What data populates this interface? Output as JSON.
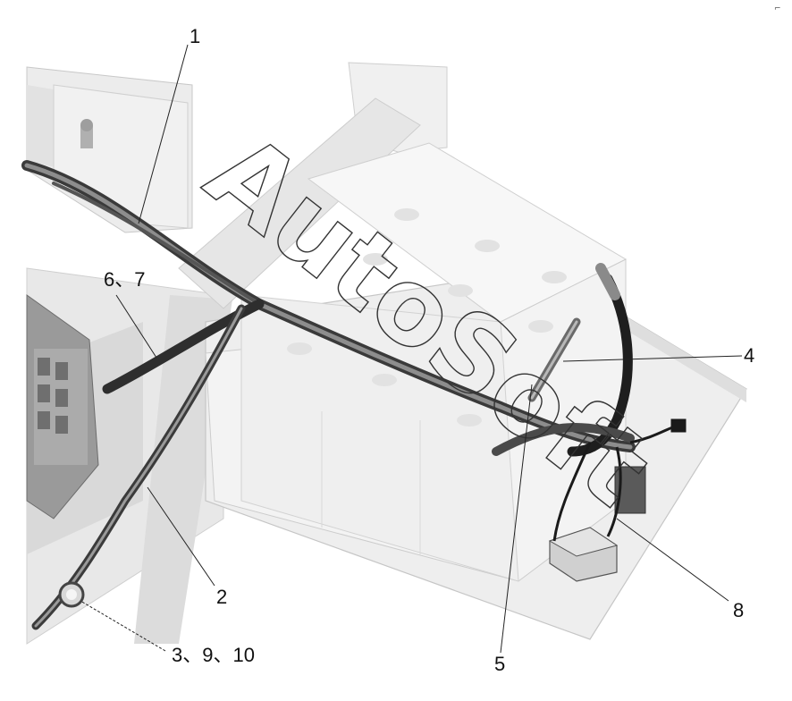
{
  "figure": {
    "callouts": {
      "c1": "1",
      "c2": "2",
      "c3": "3、9、10",
      "c4": "4",
      "c5": "5",
      "c67": "6、7",
      "c8": "8"
    },
    "watermark": "AutoSoft",
    "corner_mark": "⌐"
  }
}
